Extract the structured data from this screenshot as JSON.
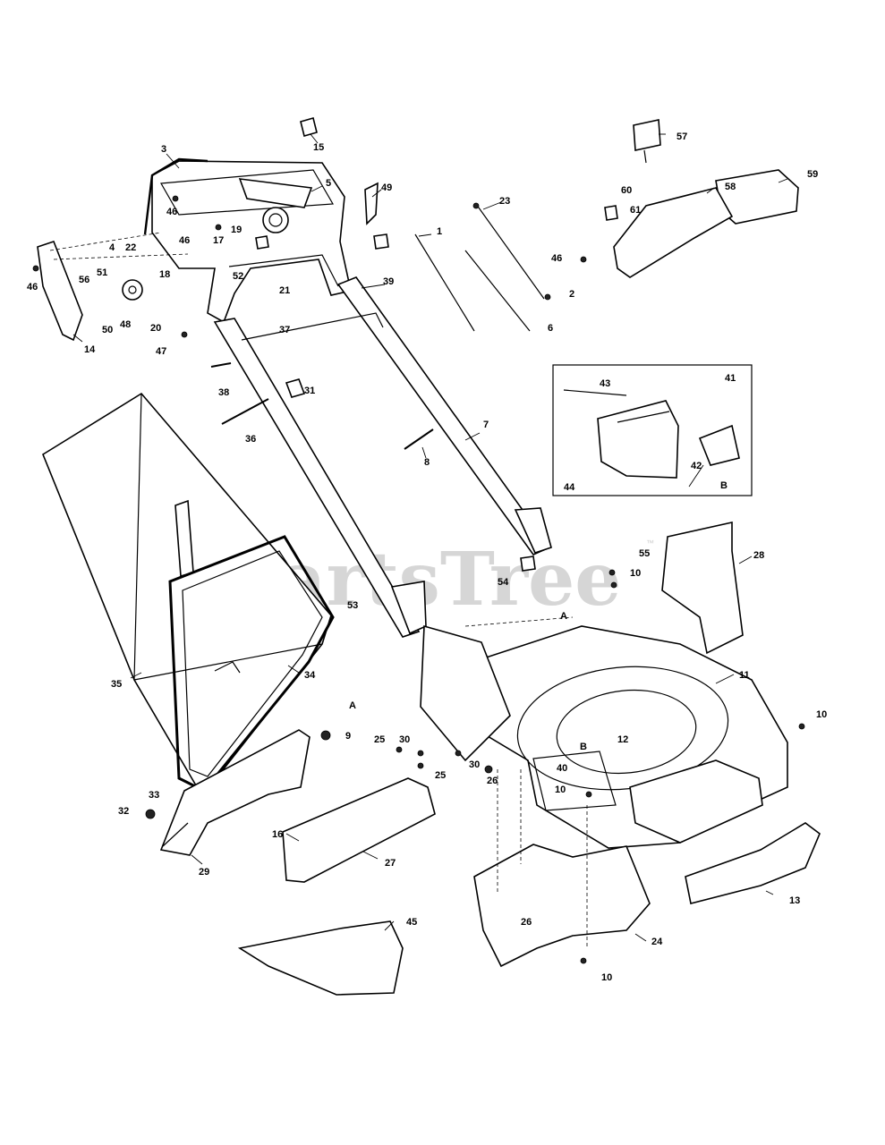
{
  "watermark": {
    "text": "PartsTree",
    "trademark": "™"
  },
  "inset": {
    "label": "44",
    "detail_letter": "B"
  },
  "callouts": [
    {
      "id": "15",
      "text": "15"
    },
    {
      "id": "3",
      "text": "3"
    },
    {
      "id": "5",
      "text": "5"
    },
    {
      "id": "49",
      "text": "49"
    },
    {
      "id": "46a",
      "text": "46"
    },
    {
      "id": "19",
      "text": "19"
    },
    {
      "id": "46b",
      "text": "46"
    },
    {
      "id": "17",
      "text": "17"
    },
    {
      "id": "4",
      "text": "4"
    },
    {
      "id": "22",
      "text": "22"
    },
    {
      "id": "18",
      "text": "18"
    },
    {
      "id": "52",
      "text": "52"
    },
    {
      "id": "21",
      "text": "21"
    },
    {
      "id": "46c",
      "text": "46"
    },
    {
      "id": "56",
      "text": "56"
    },
    {
      "id": "51",
      "text": "51"
    },
    {
      "id": "48",
      "text": "48"
    },
    {
      "id": "50",
      "text": "50"
    },
    {
      "id": "20",
      "text": "20"
    },
    {
      "id": "14",
      "text": "14"
    },
    {
      "id": "47",
      "text": "47"
    },
    {
      "id": "37",
      "text": "37"
    },
    {
      "id": "39",
      "text": "39"
    },
    {
      "id": "38",
      "text": "38"
    },
    {
      "id": "31",
      "text": "31"
    },
    {
      "id": "36",
      "text": "36"
    },
    {
      "id": "1",
      "text": "1"
    },
    {
      "id": "23",
      "text": "23"
    },
    {
      "id": "2",
      "text": "2"
    },
    {
      "id": "6",
      "text": "6"
    },
    {
      "id": "7",
      "text": "7"
    },
    {
      "id": "8",
      "text": "8"
    },
    {
      "id": "57",
      "text": "57"
    },
    {
      "id": "60",
      "text": "60"
    },
    {
      "id": "58",
      "text": "58"
    },
    {
      "id": "59",
      "text": "59"
    },
    {
      "id": "61",
      "text": "61"
    },
    {
      "id": "46d",
      "text": "46"
    },
    {
      "id": "43",
      "text": "43"
    },
    {
      "id": "41",
      "text": "41"
    },
    {
      "id": "42",
      "text": "42"
    },
    {
      "id": "55",
      "text": "55"
    },
    {
      "id": "10a",
      "text": "10"
    },
    {
      "id": "54",
      "text": "54"
    },
    {
      "id": "28",
      "text": "28"
    },
    {
      "id": "53",
      "text": "53"
    },
    {
      "id": "A1",
      "text": "A"
    },
    {
      "id": "11",
      "text": "11"
    },
    {
      "id": "35",
      "text": "35"
    },
    {
      "id": "34",
      "text": "34"
    },
    {
      "id": "A2",
      "text": "A"
    },
    {
      "id": "9",
      "text": "9"
    },
    {
      "id": "30a",
      "text": "30"
    },
    {
      "id": "12",
      "text": "12"
    },
    {
      "id": "10b",
      "text": "10"
    },
    {
      "id": "25a",
      "text": "25"
    },
    {
      "id": "B",
      "text": "B"
    },
    {
      "id": "25b",
      "text": "25"
    },
    {
      "id": "30b",
      "text": "30"
    },
    {
      "id": "40",
      "text": "40"
    },
    {
      "id": "26a",
      "text": "26"
    },
    {
      "id": "10c",
      "text": "10"
    },
    {
      "id": "33",
      "text": "33"
    },
    {
      "id": "32",
      "text": "32"
    },
    {
      "id": "29",
      "text": "29"
    },
    {
      "id": "16",
      "text": "16"
    },
    {
      "id": "27",
      "text": "27"
    },
    {
      "id": "13",
      "text": "13"
    },
    {
      "id": "26b",
      "text": "26"
    },
    {
      "id": "24",
      "text": "24"
    },
    {
      "id": "45",
      "text": "45"
    },
    {
      "id": "10d",
      "text": "10"
    }
  ]
}
